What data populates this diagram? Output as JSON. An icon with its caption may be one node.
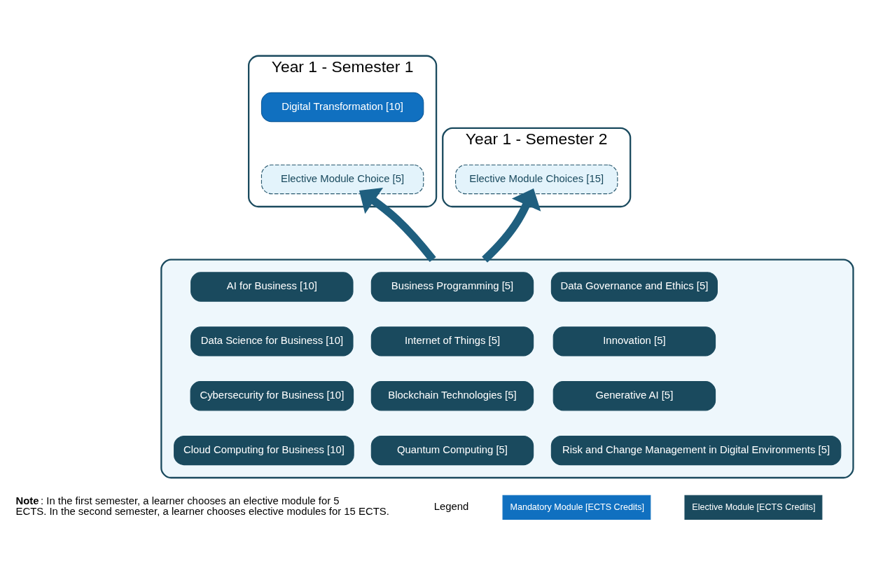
{
  "diagram": {
    "nodes": [
      {
        "text": [
          "Year 1 - Semester 1"
        ]
      },
      {
        "text": [
          "Digital Transformation [10]"
        ],
        "in": 0
      },
      {
        "text": [
          "Elective Module Choice [5]"
        ],
        "in": 0
      },
      {
        "text": [
          "Year 1 - Semester 2"
        ]
      },
      {
        "text": [
          "Elective Module Choices [15]"
        ],
        "in": 3
      },
      {
        "text": [],
        "shape": "box"
      },
      {
        "text": [
          "AI for Business [10]"
        ],
        "in": 5
      },
      {
        "text": [
          "Business Programming [5]"
        ],
        "in": 5
      },
      {
        "text": [
          "Data Governance and Ethics [5]"
        ],
        "in": 5
      },
      {
        "text": [
          "Data Science for Business [10]"
        ],
        "in": 5
      },
      {
        "text": [
          "Internet of Things [5]"
        ],
        "in": 5
      },
      {
        "text": [
          "Innovation [5]"
        ],
        "in": 5
      },
      {
        "text": [
          "Cybersecurity for Business [10]"
        ],
        "in": 5
      },
      {
        "text": [
          "Blockchain Technologies [5]"
        ],
        "in": 5
      },
      {
        "text": [
          "Generative AI [5]"
        ],
        "in": 5
      },
      {
        "text": [
          "Cloud Computing for Business [10]"
        ],
        "in": 5
      },
      {
        "text": [
          "Quantum Computing [5]"
        ],
        "in": 5
      },
      {
        "text": [
          "Risk and Change Management in Digital Environments [5]"
        ],
        "in": 5
      }
    ],
    "edges": [
      {
        "from": 5,
        "to": 2,
        "arrow": "to"
      },
      {
        "from": 5,
        "to": 4,
        "arrow": "to"
      }
    ],
    "labels": [
      "**Note**: In the first semester, a learner chooses an elective module for 5 ECTS. In the second semester, a learner chooses elective modules for 15 ECTS.",
      "Legend"
    ],
    "legend": [
      {
        "text": "Mandatory Module [ECTS Credits]",
        "color": "#1070c0"
      },
      {
        "text": "Elective Module [ECTS Credits]",
        "color": "#1a4a5e"
      }
    ]
  }
}
